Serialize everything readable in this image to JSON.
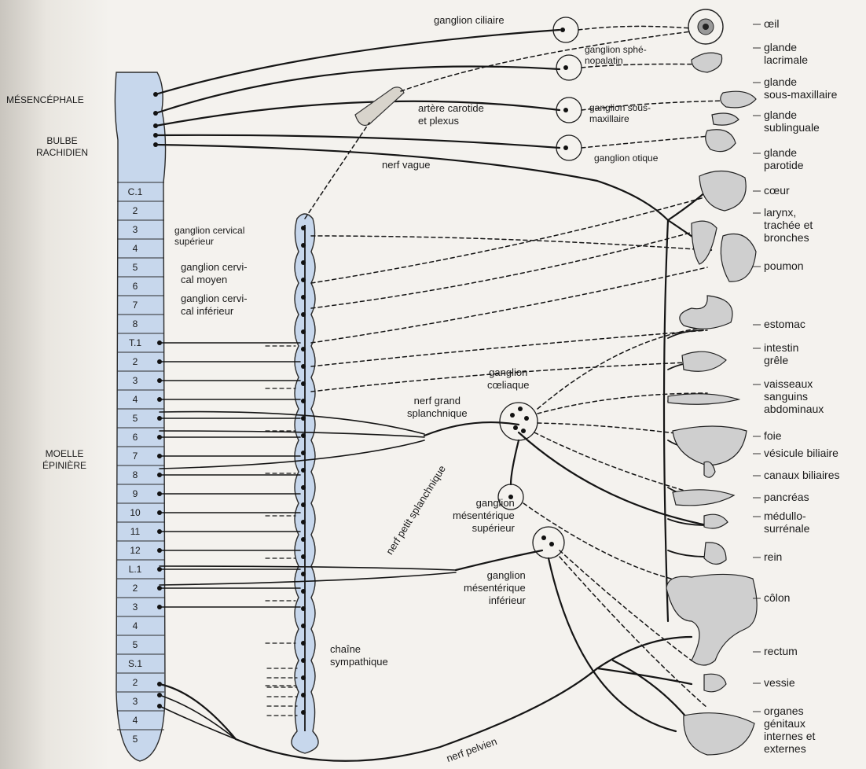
{
  "cord_labels": {
    "mesencephale": "MÉSENCÉPHALE",
    "bulbe": [
      "BULBE",
      "RACHIDIEN"
    ],
    "moelle": [
      "MOELLE",
      "ÉPINIÈRE"
    ]
  },
  "segments": [
    "C.1",
    "2",
    "3",
    "4",
    "5",
    "6",
    "7",
    "8",
    "T.1",
    "2",
    "3",
    "4",
    "5",
    "6",
    "7",
    "8",
    "9",
    "10",
    "11",
    "12",
    "L.1",
    "2",
    "3",
    "4",
    "5",
    "S.1",
    "2",
    "3",
    "4",
    "5"
  ],
  "ganglia": {
    "ciliaire": "ganglion ciliaire",
    "sphenopalatin": [
      "ganglion sphé-",
      "nopalatin"
    ],
    "sous_maxillaire": [
      "ganglion sous-",
      "maxillaire"
    ],
    "otique": "ganglion otique",
    "cervical_superieur": [
      "ganglion cervical",
      "supérieur"
    ],
    "cervical_moyen": [
      "ganglion cervi-",
      "cal moyen"
    ],
    "cervical_inferieur": [
      "ganglion cervi-",
      "cal inférieur"
    ],
    "coeliaque": [
      "ganglion",
      "cœliaque"
    ],
    "mesenterique_superieur": [
      "ganglion",
      "mésentérique",
      "supérieur"
    ],
    "mesenterique_inferieur": [
      "ganglion",
      "mésentérique",
      "inférieur"
    ]
  },
  "nerves": {
    "carotide": [
      "artère carotide",
      "et plexus"
    ],
    "vague": "nerf vague",
    "grand_splanchnique": [
      "nerf grand",
      "splanchnique"
    ],
    "petit_splanchnique": "nerf petit splanchnique",
    "chaine": [
      "chaîne",
      "sympathique"
    ],
    "pelvien": "nerf pelvien"
  },
  "organs": [
    [
      "œil"
    ],
    [
      "glande",
      "lacrimale"
    ],
    [
      "glande",
      "sous-maxillaire"
    ],
    [
      "glande",
      "sublinguale"
    ],
    [
      "glande",
      "parotide"
    ],
    [
      "cœur"
    ],
    [
      "larynx,",
      "trachée et",
      "bronches"
    ],
    [
      "poumon"
    ],
    [
      "estomac"
    ],
    [
      "intestin",
      "grêle"
    ],
    [
      "vaisseaux",
      "sanguins",
      "abdominaux"
    ],
    [
      "foie"
    ],
    [
      "vésicule biliaire"
    ],
    [
      "canaux biliaires"
    ],
    [
      "pancréas"
    ],
    [
      "médullo-",
      "surrénale"
    ],
    [
      "rein"
    ],
    [
      "côlon"
    ],
    [
      "rectum"
    ],
    [
      "vessie"
    ],
    [
      "organes",
      "génitaux",
      "internes et",
      "externes"
    ]
  ]
}
